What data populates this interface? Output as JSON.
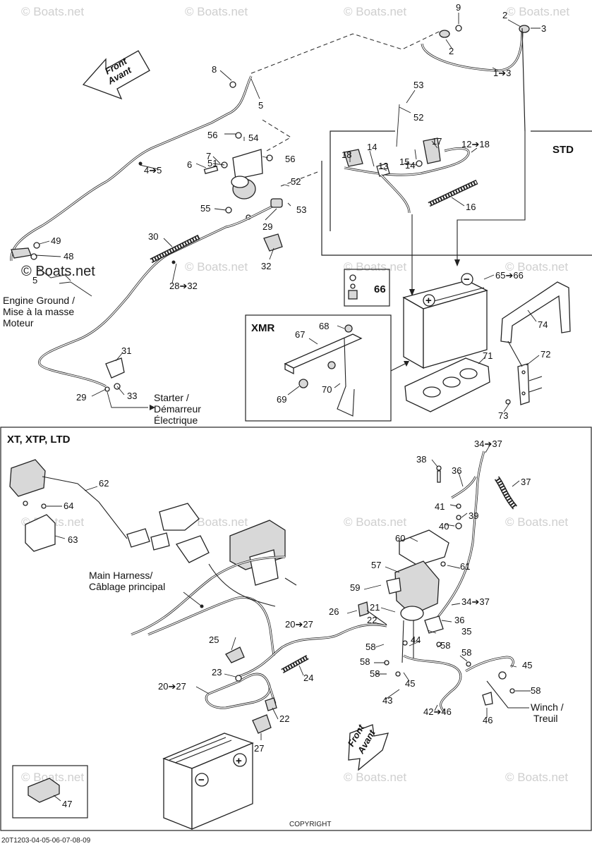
{
  "watermark": "© Boats.net",
  "watermark_large": "© Boats.net",
  "arrows": {
    "front_top": [
      "Front",
      "Avant"
    ],
    "front_bottom": [
      "Front",
      "Avant"
    ]
  },
  "sections": {
    "std": "STD",
    "xmr": "XMR",
    "xt": "XT, XTP, LTD"
  },
  "notes": {
    "engine_ground": [
      "Engine Ground /",
      "Mise à la masse",
      "Moteur"
    ],
    "starter": [
      "Starter /",
      "Démarreur",
      "Électrique"
    ],
    "main_harness": [
      "Main Harness/",
      "Câblage principal"
    ],
    "winch": [
      "Winch /",
      "Treuil"
    ]
  },
  "battery_symbols": {
    "plus": "+",
    "minus": "−"
  },
  "callouts": {
    "top": [
      "9",
      "2",
      "3",
      "2",
      "1➔3",
      "8",
      "5",
      "53",
      "52",
      "56",
      "54",
      "7",
      "6",
      "56",
      "51",
      "4➔5",
      "52",
      "53",
      "55",
      "29",
      "32",
      "30",
      "28➔32",
      "49",
      "48",
      "5",
      "31",
      "29",
      "33",
      "17",
      "12➔18",
      "18",
      "14",
      "13",
      "14",
      "15",
      "16",
      "66",
      "65➔66",
      "74",
      "71",
      "72",
      "73",
      "68",
      "67",
      "69",
      "70"
    ],
    "bottom": [
      "34➔37",
      "38",
      "36",
      "37",
      "62",
      "64",
      "41",
      "39",
      "63",
      "40",
      "60",
      "57",
      "61",
      "59",
      "34➔37",
      "21",
      "26",
      "22",
      "36",
      "20➔27",
      "35",
      "44",
      "58",
      "58",
      "25",
      "58",
      "58",
      "24",
      "23",
      "45",
      "58",
      "45",
      "20➔27",
      "43",
      "42➔46",
      "58",
      "22",
      "46",
      "27",
      "47"
    ]
  },
  "footer": "20T1203-04-05-06-07-08-09",
  "copyright": "COPYRIGHT"
}
